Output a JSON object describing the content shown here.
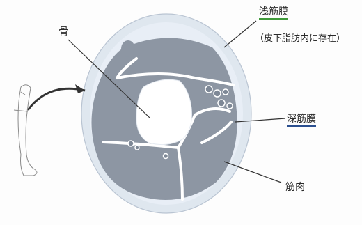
{
  "labels": {
    "bone": "骨",
    "superficial_fascia": "浅筋膜",
    "superficial_fascia_note": "（皮下脂肪内に存在）",
    "deep_fascia": "深筋膜",
    "muscle": "筋肉"
  },
  "colors": {
    "skin": "#dfe7ef",
    "fat": "#e8eef6",
    "muscle": "#8d96a3",
    "fascia_line": "#ffffff",
    "bone": "#ffffff",
    "superficial_underline": "#3f9a3a",
    "deep_underline": "#2b4f8f"
  },
  "icons": {
    "arrow": "curved-arrow-icon",
    "limb": "lower-limb-sketch-icon"
  }
}
